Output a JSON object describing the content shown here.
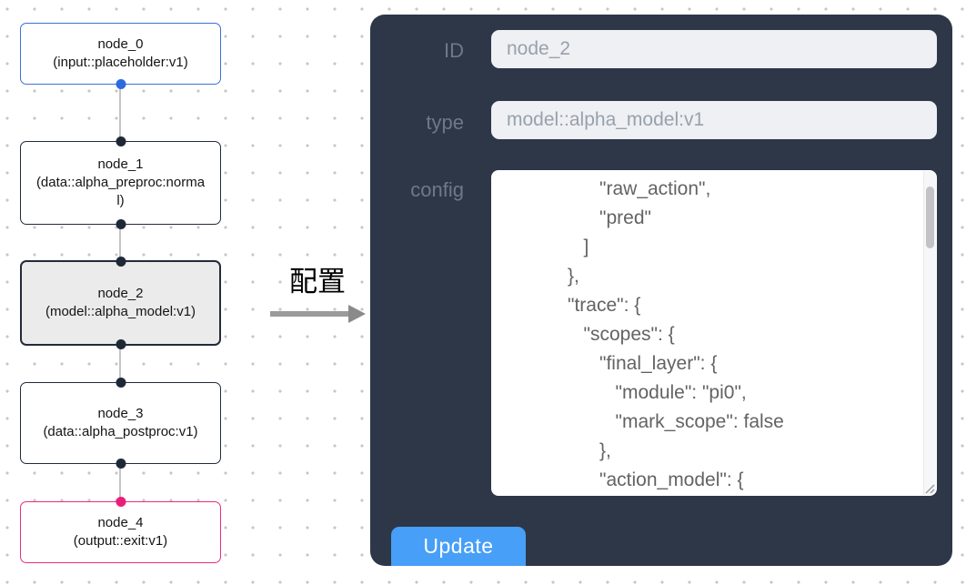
{
  "colors": {
    "panel_bg": "#2d3748",
    "input_node_blue": "#3a70d8",
    "default_node_dark": "#222b3a",
    "selected_node_bg": "#ebebeb",
    "output_node_pink": "#ea2c80",
    "output_handle_pink": "#ea1e79",
    "input_handle_blue": "#2b6bdd",
    "edge_gray": "#c4c4c4",
    "update_button_blue": "#479ff7",
    "field_bg": "#eef0f4"
  },
  "flow": {
    "nodes": [
      {
        "id": "node_0",
        "type_label": "(input::placeholder:v1)"
      },
      {
        "id": "node_1",
        "type_label": "(data::alpha_preproc:normal)"
      },
      {
        "id": "node_2",
        "type_label": "(model::alpha_model:v1)"
      },
      {
        "id": "node_3",
        "type_label": "(data::alpha_postproc:v1)"
      },
      {
        "id": "node_4",
        "type_label": "(output::exit:v1)"
      }
    ]
  },
  "transfer": {
    "label": "配置"
  },
  "panel": {
    "fields": [
      {
        "label": "ID",
        "value": "node_2"
      },
      {
        "label": "type",
        "value": "model::alpha_model:v1"
      },
      {
        "label": "config"
      }
    ],
    "config_text": "                  \"raw_action\",\n                  \"pred\"\n               ]\n            },\n            \"trace\": {\n               \"scopes\": {\n                  \"final_layer\": {\n                     \"module\": \"pi0\",\n                     \"mark_scope\": false\n                  },\n                  \"action_model\": {",
    "update_label": "Update"
  }
}
